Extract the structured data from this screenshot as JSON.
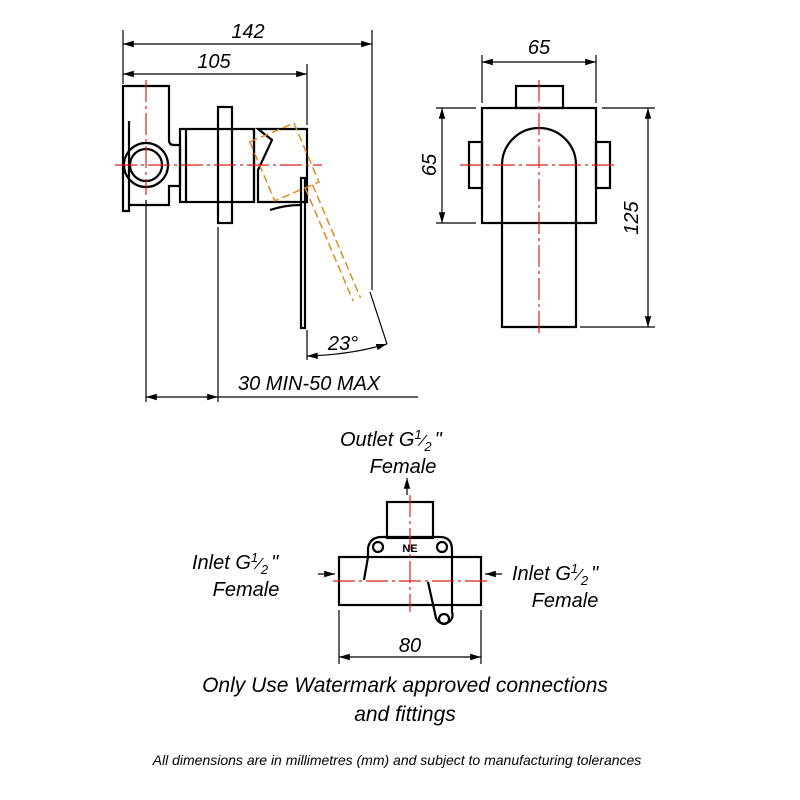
{
  "dimensions": {
    "overall_depth": "142",
    "body_depth": "105",
    "plate_width": "65",
    "plate_height": "65",
    "total_height": "125",
    "lever_angle": "23°",
    "wall_cavity": "30 MIN-50 MAX",
    "valve_width": "80"
  },
  "valve": {
    "outlet_label": "Outlet G",
    "outlet_female": "Female",
    "inlet_left_label": "Inlet G",
    "inlet_left_female": "Female",
    "inlet_right_label": "Inlet G",
    "inlet_right_female": "Female",
    "thread_fraction_num": "1",
    "thread_fraction_den": "2",
    "inch_mark": "\"",
    "logo": "NE"
  },
  "notes": {
    "watermark_line1": "Only Use Watermark approved connections",
    "watermark_line2": "and fittings",
    "footer": "All dimensions are in millimetres (mm) and subject to manufacturing tolerances"
  },
  "colors": {
    "centerline": "#e0201a",
    "rotated_lever": "#e08a20"
  }
}
